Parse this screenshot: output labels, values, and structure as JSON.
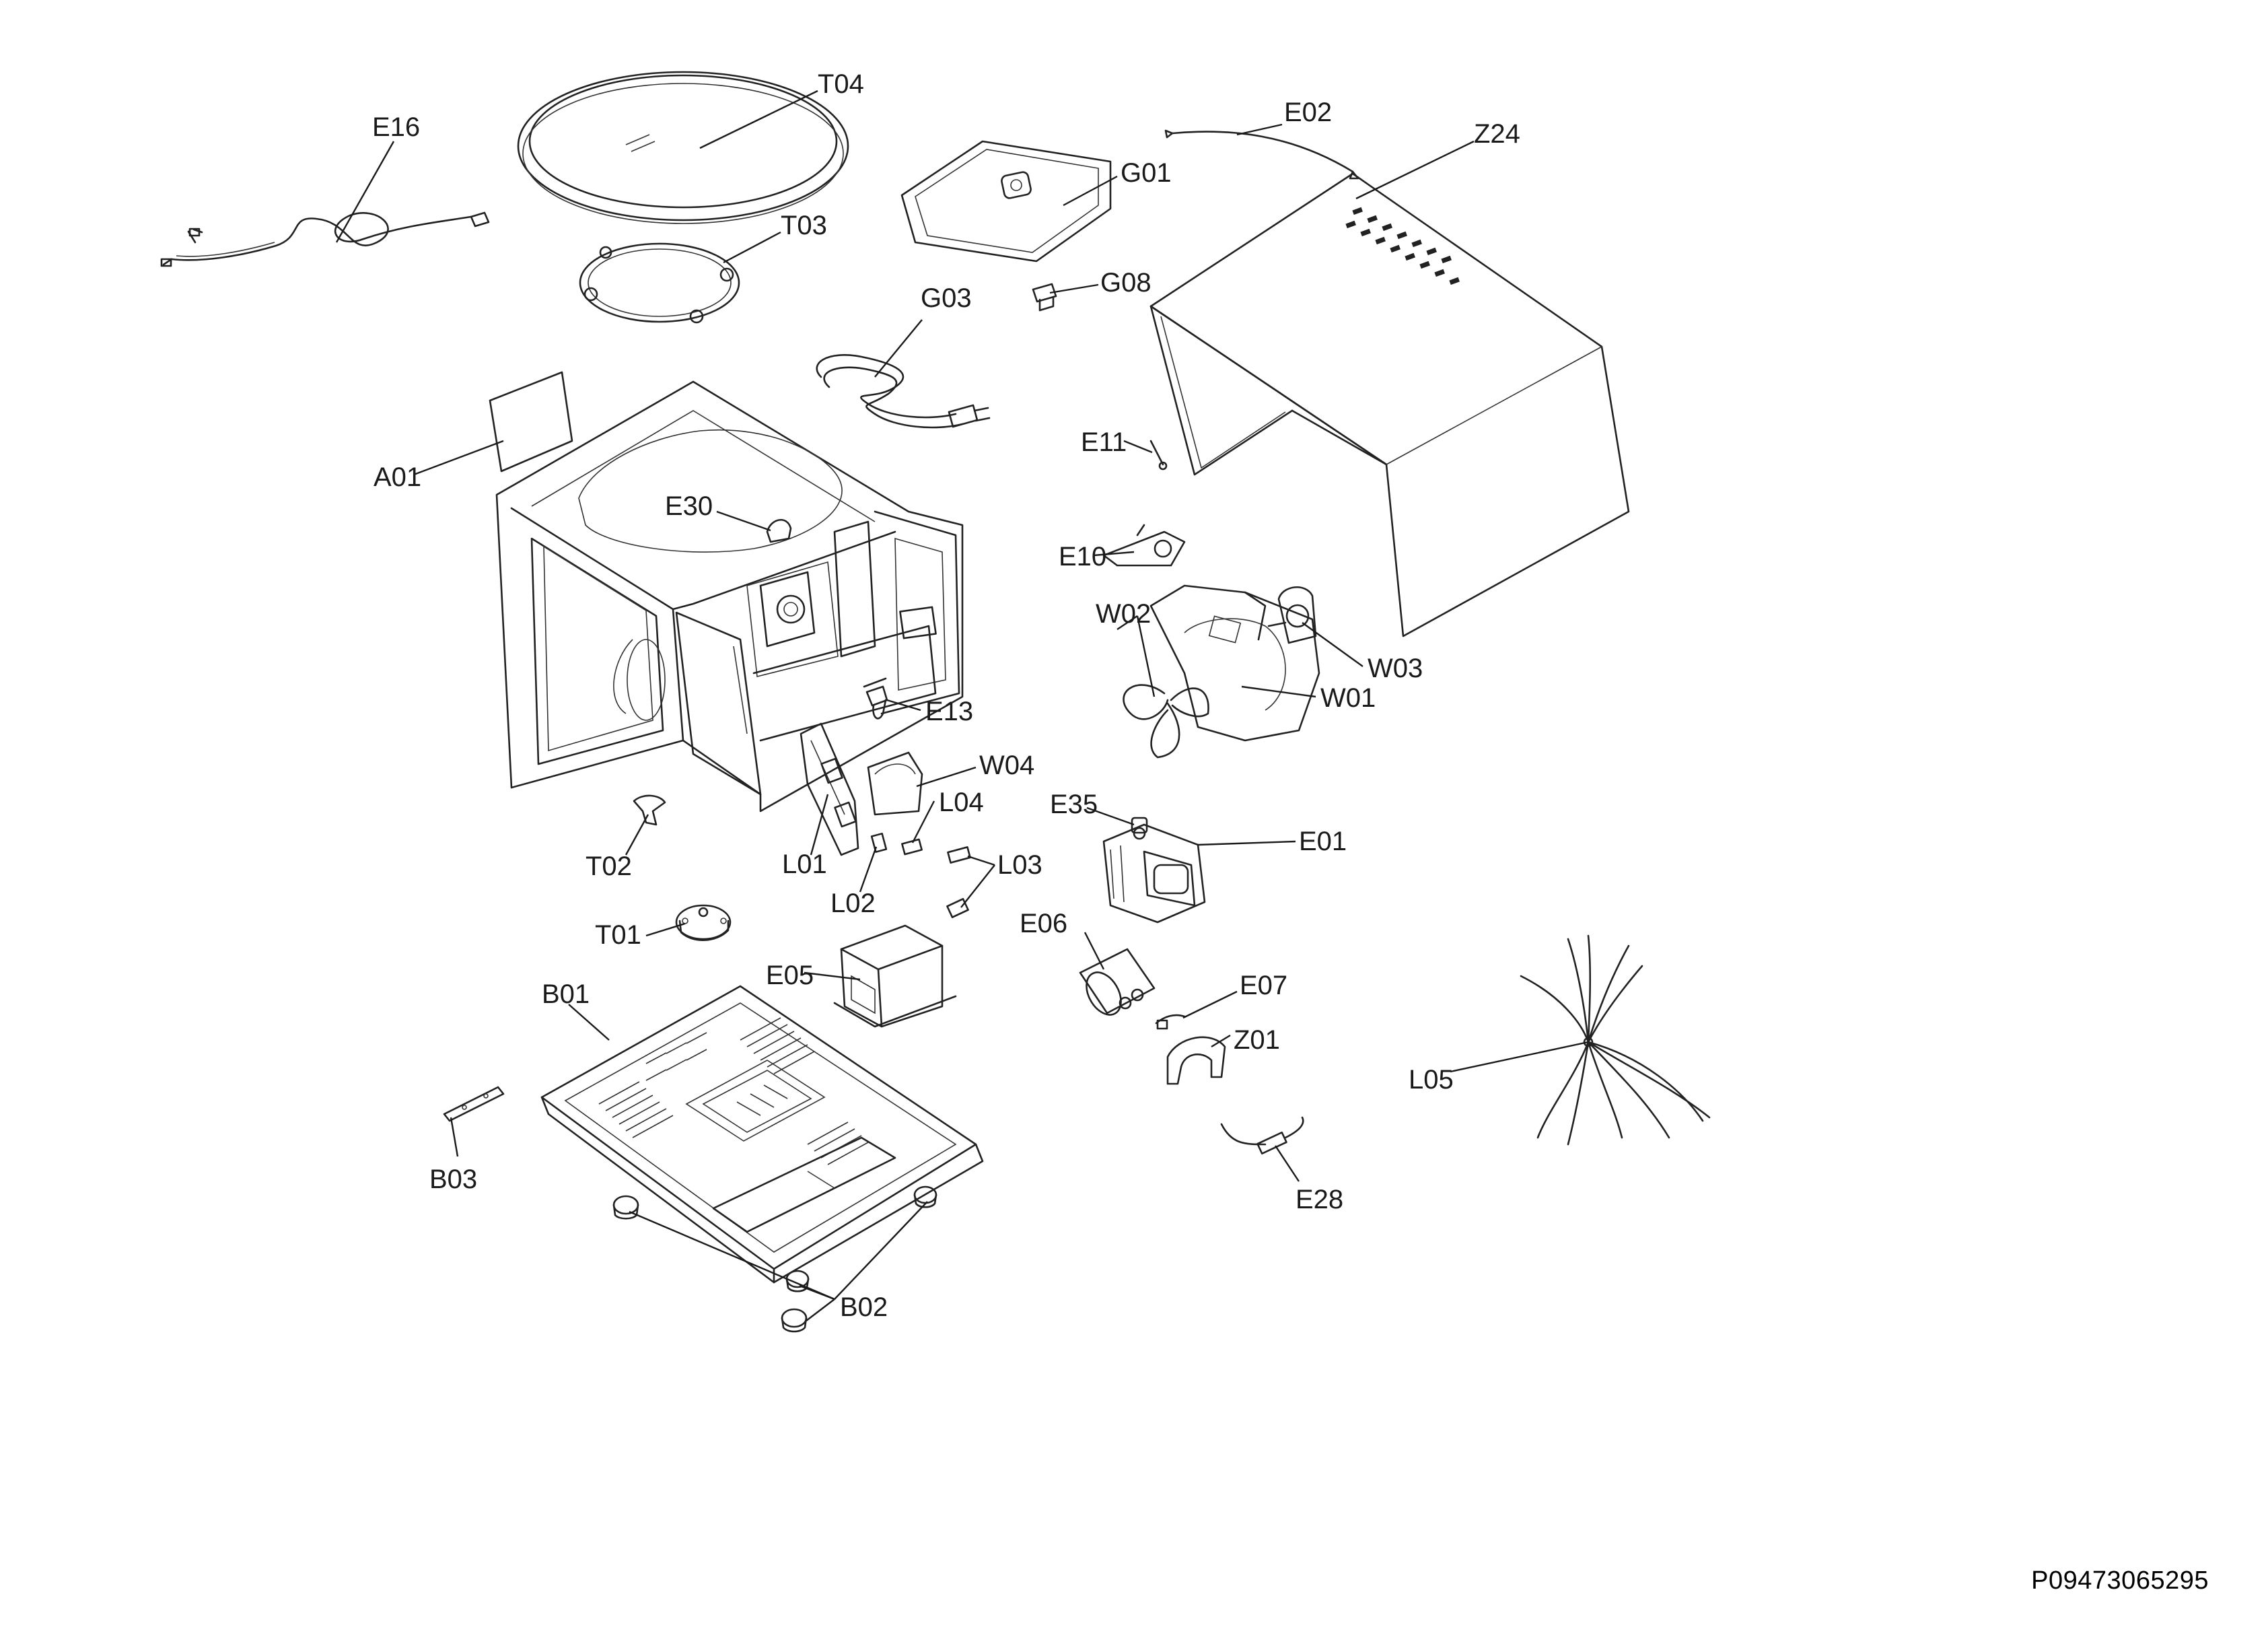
{
  "doc_id": "P09473065295",
  "labels": {
    "T04": "T04",
    "E16": "E16",
    "T03": "T03",
    "E02": "E02",
    "Z24": "Z24",
    "G01": "G01",
    "G08": "G08",
    "G03": "G03",
    "A01": "A01",
    "E11": "E11",
    "E30": "E30",
    "E10": "E10",
    "W02": "W02",
    "W03": "W03",
    "W01": "W01",
    "E13": "E13",
    "W04": "W04",
    "L04": "L04",
    "E35": "E35",
    "E01": "E01",
    "T02": "T02",
    "L01": "L01",
    "L03": "L03",
    "L02": "L02",
    "T01": "T01",
    "E06": "E06",
    "E05": "E05",
    "E07": "E07",
    "B01": "B01",
    "Z01": "Z01",
    "L05": "L05",
    "B03": "B03",
    "E28": "E28",
    "B02": "B02"
  }
}
